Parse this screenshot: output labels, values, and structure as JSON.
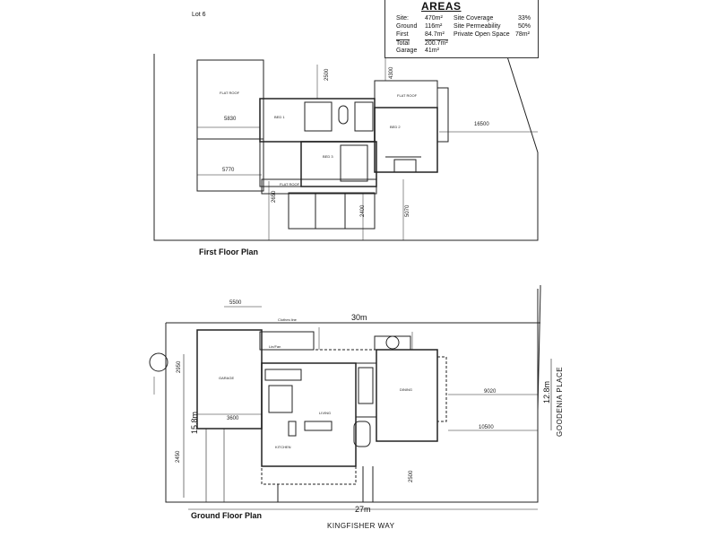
{
  "lot_label": "Lot 6",
  "areas": {
    "title": "AREAS",
    "rows_left": [
      {
        "label": "Site:",
        "value": "470m²"
      },
      {
        "label": "Ground",
        "value": "116m²"
      },
      {
        "label": "First",
        "value": "84.7m²"
      },
      {
        "label": "Total",
        "value": "200.7m²"
      },
      {
        "label": "Garage",
        "value": "41m²"
      }
    ],
    "rows_right": [
      {
        "label": "Site Coverage",
        "value": "33%"
      },
      {
        "label": "Site Permeability",
        "value": "50%"
      },
      {
        "label": "Private Open Space",
        "value": "78m²"
      }
    ]
  },
  "first_floor": {
    "title": "First Floor Plan",
    "rooms": [
      "FLAT ROOF",
      "BED 1",
      "BED 2",
      "BED 3",
      "FLAT ROOF",
      "FLAT ROOF"
    ],
    "dims": [
      "5830",
      "16500",
      "5770",
      "2500",
      "2400",
      "5070",
      "4300",
      "2650"
    ]
  },
  "ground_floor": {
    "title": "Ground Floor Plan",
    "rooms": [
      "GARAGE",
      "LIVING",
      "KITCHEN",
      "DINING"
    ],
    "dims": [
      "5500",
      "3600",
      "9020",
      "10500",
      "2950",
      "2450",
      "2500"
    ],
    "notes": [
      "Clothes line",
      "Lin/Fan"
    ],
    "width_label": "30m",
    "depth_label": "15.8m",
    "front_label": "27m",
    "side_label": "12.8m"
  },
  "streets": {
    "bottom": "KINGFISHER WAY",
    "right": "GOODENIA PLACE"
  }
}
